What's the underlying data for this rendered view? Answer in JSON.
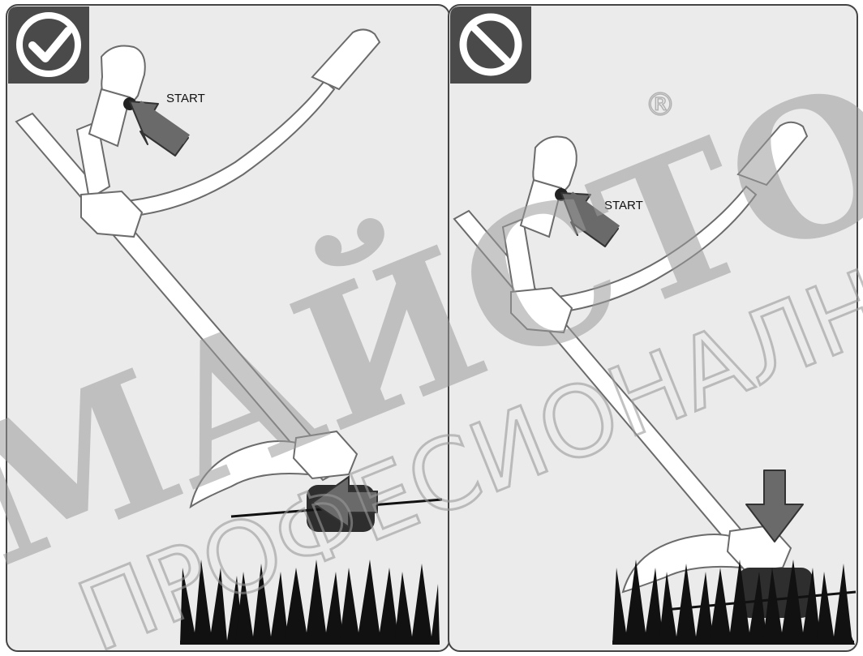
{
  "panels": [
    {
      "status": "correct",
      "status_icon": "check-icon",
      "start_label": "START"
    },
    {
      "status": "incorrect",
      "status_icon": "prohibited-icon",
      "start_label": "START"
    }
  ],
  "watermark": {
    "brand": "МАЙСТОРА",
    "tagline": "ПРОФЕСИОНАЛНИ РЕШЕНИЯ",
    "registered_mark": "®"
  },
  "colors": {
    "panel_bg": "#ebebeb",
    "border": "#444444",
    "badge_bg": "#4a4a4a",
    "tool_outline": "#6b6b6b",
    "arrow_fill": "#6a6a6a",
    "grass": "#111111"
  }
}
